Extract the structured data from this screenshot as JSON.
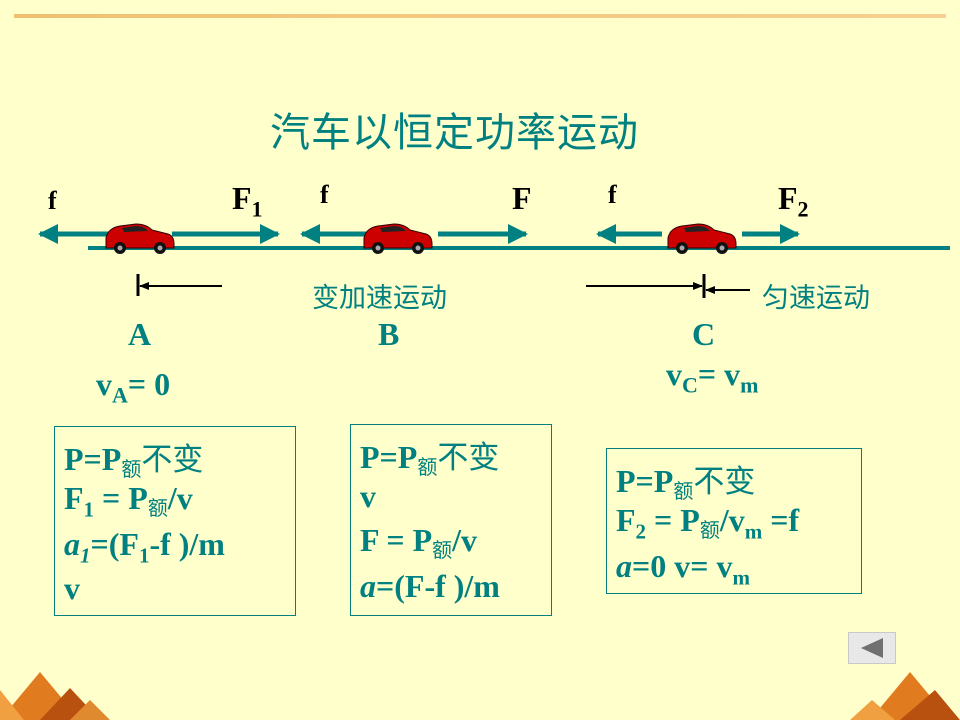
{
  "title": "汽车以恒定功率运动",
  "forces": {
    "f_1": "f",
    "F1_base": "F",
    "F1_sub": "1",
    "f_2": "f",
    "F": "F",
    "f_3": "f",
    "F2_base": "F",
    "F2_sub": "2"
  },
  "motion_labels": {
    "accelerating": "变加速运动",
    "uniform": "匀速运动"
  },
  "points": {
    "A": "A",
    "B": "B",
    "C": "C"
  },
  "velocities": {
    "A_v": "v",
    "A_sub": "A",
    "A_rest": "= 0",
    "C_v": "v",
    "C_sub": "C",
    "C_mid": "= v",
    "C_sub2": "m"
  },
  "box1": {
    "l1_a": "P=P",
    "l1_sub": "额",
    "l1_b": "不变",
    "l2_a": "F",
    "l2_sub1": "1",
    "l2_b": " = P",
    "l2_sub2": "额",
    "l2_c": "/v",
    "l3_a": "a",
    "l3_sub1": "1",
    "l3_b": "=(F",
    "l3_sub2": "1",
    "l3_c": "-f )/m",
    "l4": "v"
  },
  "box2": {
    "l1_a": "P=P",
    "l1_sub": "额",
    "l1_b": "不变",
    "l2": "v",
    "l3_a": "F = P",
    "l3_sub": "额",
    "l3_b": "/v",
    "l4_a": "a",
    "l4_b": "=(F-f )/m"
  },
  "box3": {
    "l1_a": "P=P",
    "l1_sub": "额",
    "l1_b": "不变",
    "l2_a": "F",
    "l2_sub1": "2",
    "l2_b": " = P",
    "l2_sub2": "额",
    "l2_c": "/v",
    "l2_sub3": "m",
    "l2_d": " =f",
    "l3_a": "a",
    "l3_b": "=0  v= v",
    "l3_sub": "m"
  },
  "colors": {
    "background": "#ffffcc",
    "teal": "#008080",
    "car_red": "#cc0000",
    "accent_orange": "#e07b20"
  }
}
